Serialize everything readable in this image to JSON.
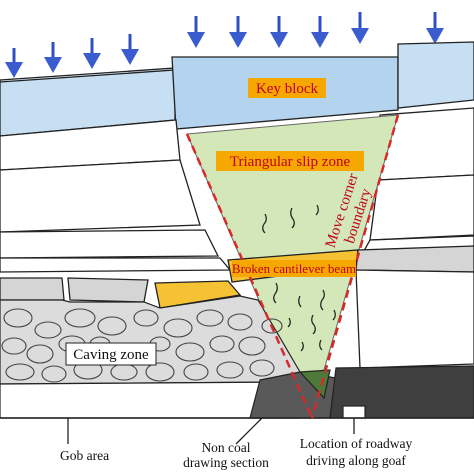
{
  "labels": {
    "key_block": "Key block",
    "triangular_slip_zone": "Triangular slip zone",
    "move_corner_boundary_line1": "Move corner",
    "move_corner_boundary_line2": "boundary",
    "broken_cantilever_beam": "Broken cantilever beam",
    "caving_zone": "Caving zone"
  },
  "captions": {
    "gob_area": "Gob area",
    "non_coal_line1": "Non coal",
    "non_coal_line2": "drawing section",
    "roadway_line1": "Location of roadway",
    "roadway_line2": "driving along goaf"
  },
  "colors": {
    "rock_blue": "#c7dff2",
    "key_block_blue": "#b3d3ee",
    "slip_zone_green": "#d3e7b8",
    "label_orange": "#f7a800",
    "boundary_red": "#d62a2a",
    "arrow_blue": "#2f4fc2",
    "coal_gold": "#f4c233",
    "gob_gray": "#d5d5d5",
    "seam_dark": "#595959"
  },
  "icons": [
    "down-arrow-icon",
    "rock-fragment-icon"
  ]
}
